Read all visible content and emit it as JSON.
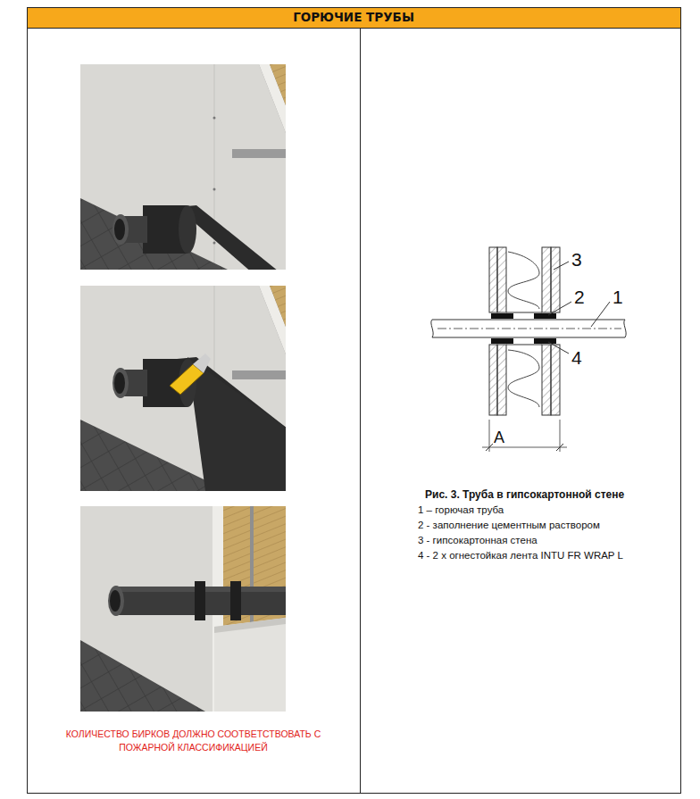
{
  "diagram": {
    "title": "ГОРЮЧИЕ ТРУБЫ",
    "caption": "Рис. 3. Труба в гипсокартонной стене",
    "labels": [
      "3",
      "2",
      "1",
      "4",
      "A",
      "1 – горючая труба",
      "2 - заполнение цементным раствором",
      "3 - гипсокартонная стена",
      "4 - 2 х огнестойкая лента INTU FR WRAP L",
      "КОЛИЧЕСТВО БИРКОВ ДОЛЖНО СООТВЕТСТВОВАТЬ С ПОЖАРНОЙ КЛАССИФИКАЦИЕЙ"
    ]
  }
}
